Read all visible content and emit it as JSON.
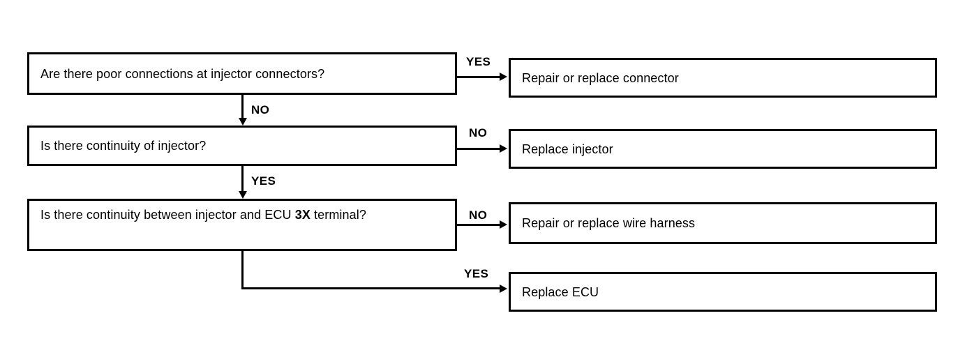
{
  "diagram": {
    "type": "troubleshooting-flowchart",
    "background_color": "#ffffff",
    "line_color": "#000000",
    "decisions": [
      {
        "id": "d1",
        "text": "Are there poor connections at injector connectors?",
        "yes_label": "YES",
        "no_label": "NO"
      },
      {
        "id": "d2",
        "text": "Is there continuity of injector?",
        "yes_label": "YES",
        "no_label": "NO"
      },
      {
        "id": "d3",
        "text_part1": "Is there continuity between injector and ECU ",
        "text_bold": "3X",
        "text_part2": " terminal?",
        "yes_label": "YES",
        "no_label": "NO"
      }
    ],
    "actions": [
      {
        "id": "a1",
        "text": "Repair or replace connector"
      },
      {
        "id": "a2",
        "text": "Replace injector"
      },
      {
        "id": "a3",
        "text": "Repair or replace wire harness"
      },
      {
        "id": "a4",
        "text": "Replace ECU"
      }
    ],
    "branch_labels": {
      "d1_yes": "YES",
      "d1_no": "NO",
      "d2_no": "NO",
      "d2_yes": "YES",
      "d3_no": "NO",
      "d3_yes": "YES"
    }
  }
}
